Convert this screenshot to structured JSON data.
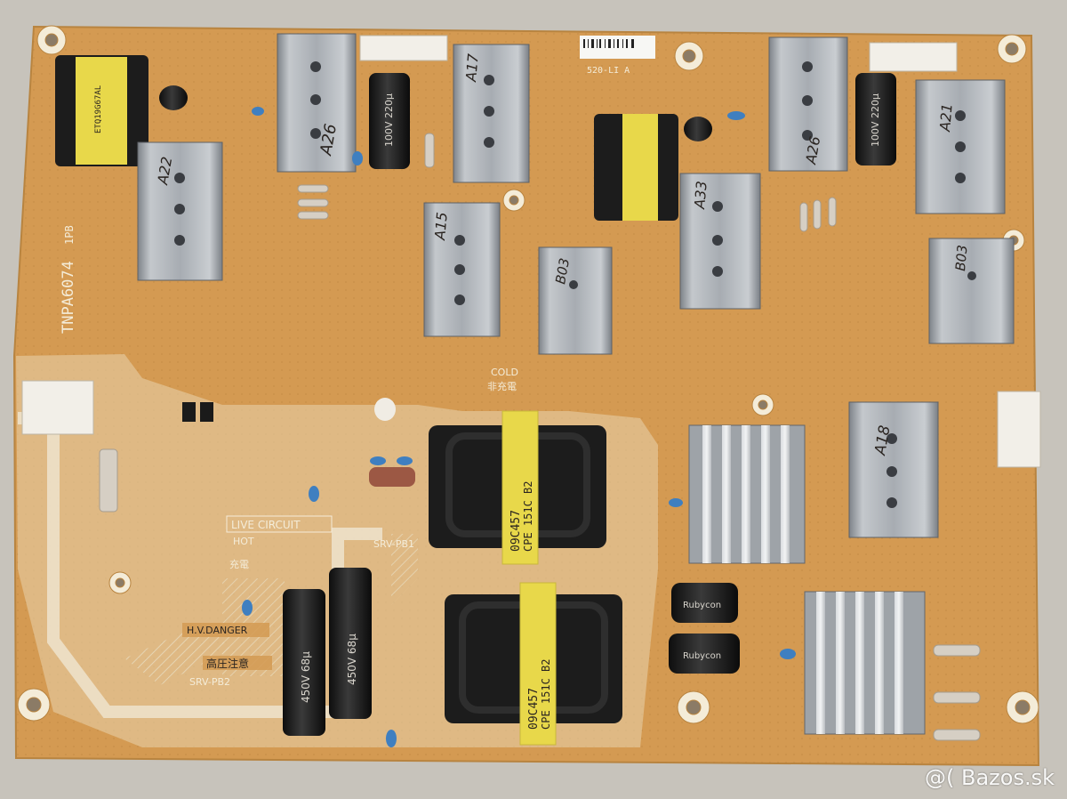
{
  "board": {
    "part_number": "TNPA6074",
    "revision_mark": "1PB",
    "barcode_label": "520-LI A"
  },
  "silkscreen": {
    "cold": "COLD",
    "cold_cjk": "非充電",
    "live_circuit": "LIVE CIRCUIT",
    "hot": "HOT",
    "hot_cjk": "充電",
    "hv_danger": "H.V.DANGER",
    "hv_cjk": "高圧注意",
    "srv_pb1": "SRV-PB1",
    "srv_pb2": "SRV-PB2"
  },
  "handwritten": {
    "a26_left": "A26",
    "a22": "A22",
    "a17": "A17",
    "a15": "A15",
    "a26_right": "A26",
    "a21": "A21",
    "a33": "A33",
    "b03_left": "B03",
    "b03_right": "B03",
    "a18": "A18"
  },
  "transformers": {
    "large_top_line1": "09C457",
    "large_top_line2": "CPE 151C B2",
    "large_bottom_line1": "09C457",
    "large_bottom_line2": "CPE 151C B2"
  },
  "capacitors": {
    "c1": "100V 220μ",
    "c2": "100V 220μ",
    "hv1": "450V 68μ",
    "hv2": "450V 68μ",
    "brand": "Rubycon"
  },
  "watermark": "@( Bazos.sk",
  "colors": {
    "pcb": "#d49a52",
    "pcb_dark": "#c48a44",
    "silk": "#f4ecd8",
    "heatsink": "#a9adb3",
    "transformer_yellow": "#e8d84a",
    "core_black": "#1c1c1c"
  }
}
